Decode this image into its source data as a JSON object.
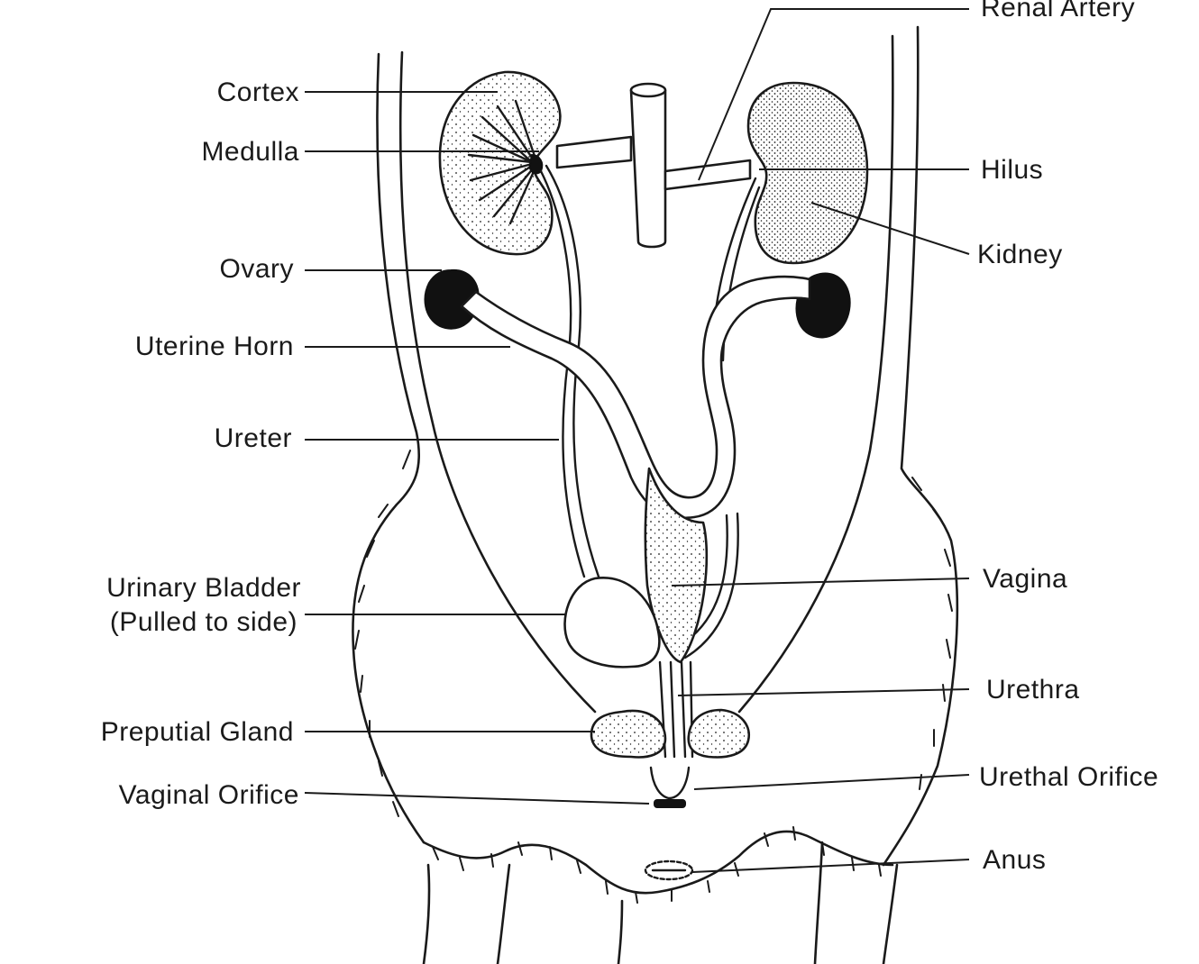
{
  "labels": {
    "renal_artery": "Renal Artery",
    "cortex": "Cortex",
    "medulla": "Medulla",
    "hilus": "Hilus",
    "kidney": "Kidney",
    "ovary": "Ovary",
    "uterine_horn": "Uterine Horn",
    "ureter": "Ureter",
    "vagina": "Vagina",
    "urinary_bladder_line1": "Urinary Bladder",
    "urinary_bladder_line2": "(Pulled to side)",
    "urethra": "Urethra",
    "preputial_gland": "Preputial Gland",
    "urethal_orifice": "Urethal Orifice",
    "vaginal_orifice": "Vaginal Orifice",
    "anus": "Anus"
  },
  "colors": {
    "ink": "#1a1a1a",
    "background": "#ffffff"
  }
}
